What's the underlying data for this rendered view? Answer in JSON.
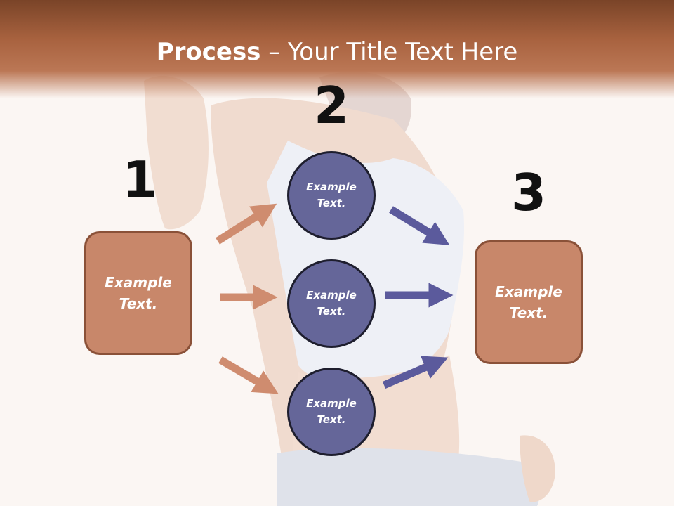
{
  "title": {
    "bold": "Process",
    "rest": " – Your Title Text Here"
  },
  "steps": [
    {
      "number": "1",
      "text": [
        "Example",
        "Text."
      ]
    },
    {
      "number": "2",
      "items": [
        {
          "text": [
            "Example",
            "Text."
          ]
        },
        {
          "text": [
            "Example",
            "Text."
          ]
        },
        {
          "text": [
            "Example",
            "Text."
          ]
        }
      ]
    },
    {
      "number": "3",
      "text": [
        "Example",
        "Text."
      ]
    }
  ],
  "colors": {
    "brown_box": "#c8876a",
    "brown_arrow": "#cf8c6f",
    "circle": "#656699",
    "title_band": "#a8623f"
  }
}
